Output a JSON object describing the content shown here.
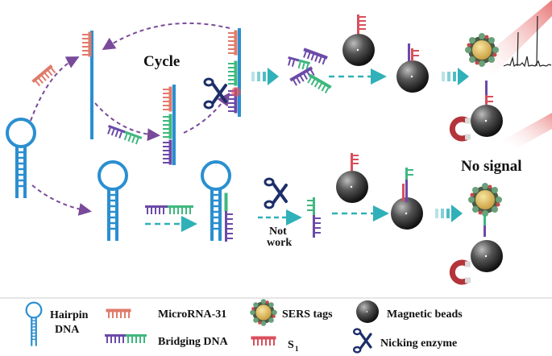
{
  "labels": {
    "cycle": "Cycle",
    "not_work_1": "Not",
    "not_work_2": "work",
    "no_signal": "No signal"
  },
  "legend": {
    "hairpin_1": "Hairpin",
    "hairpin_2": "DNA",
    "microrna": "MicroRNA-31",
    "bridging": "Bridging DNA",
    "sers": "SERS tags",
    "s1": "S",
    "s1_sub": "1",
    "magnetic": "Magnetic beads",
    "nicking": "Nicking enzyme"
  },
  "colors": {
    "hairpin": "#2a8fd0",
    "microrna": "#e07a6a",
    "bridging_green": "#3fb87e",
    "bridging_purple": "#6b4aa8",
    "s1": "#d94f5c",
    "arrow_purple": "#7a4a9a",
    "arrow_teal": "#30b0b8",
    "scissors": "#1c2e6a",
    "bead": "#3a3a3a",
    "magnet": "#b3343a",
    "laser": "#f08a8a"
  },
  "icons": [
    "scissors-icon",
    "magnet-icon",
    "magnetic-bead-icon",
    "sers-tag-icon",
    "raman-spectrum-icon",
    "laser-beam-icon"
  ]
}
